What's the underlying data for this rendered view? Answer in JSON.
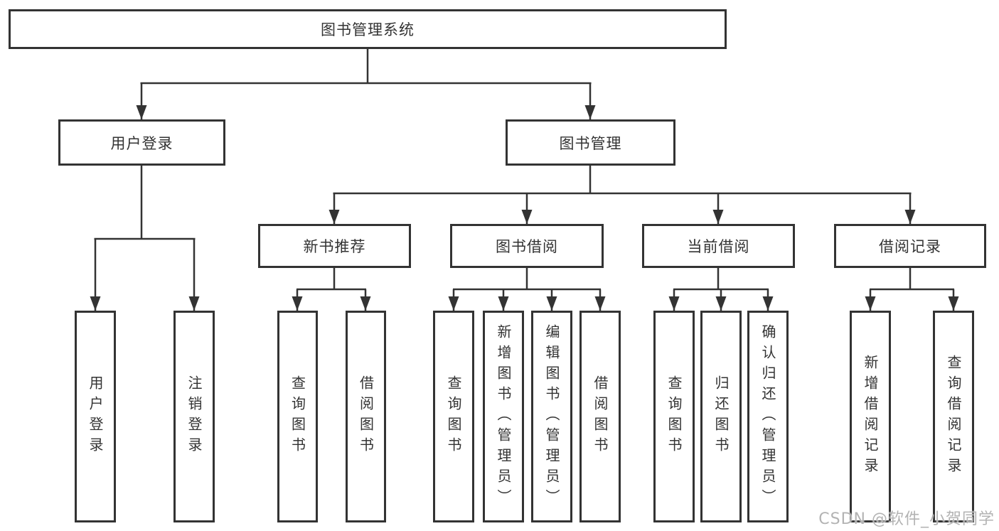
{
  "diagram": {
    "tree": {
      "label": "图书管理系统",
      "children": [
        {
          "label": "用户登录",
          "children": [
            {
              "label": "用户登录"
            },
            {
              "label": "注销登录"
            }
          ]
        },
        {
          "label": "图书管理",
          "children": [
            {
              "label": "新书推荐",
              "children": [
                {
                  "label": "查询图书"
                },
                {
                  "label": "借阅图书"
                }
              ]
            },
            {
              "label": "图书借阅",
              "children": [
                {
                  "label": "查询图书"
                },
                {
                  "label": "新增图书（管理员）"
                },
                {
                  "label": "编辑图书（管理员）"
                },
                {
                  "label": "借阅图书"
                }
              ]
            },
            {
              "label": "当前借阅",
              "children": [
                {
                  "label": "查询图书"
                },
                {
                  "label": "归还图书"
                },
                {
                  "label": "确认归还（管理员）"
                }
              ]
            },
            {
              "label": "借阅记录",
              "children": [
                {
                  "label": "新增借阅记录"
                },
                {
                  "label": "查询借阅记录"
                }
              ]
            }
          ]
        }
      ]
    },
    "colors": {
      "line": "#333333",
      "box_border": "#333333",
      "box_fill": "#ffffff",
      "text": "#333333",
      "watermark": "#b3b3b3",
      "background": "#ffffff"
    }
  },
  "watermark": "CSDN @软件_小贺同学"
}
